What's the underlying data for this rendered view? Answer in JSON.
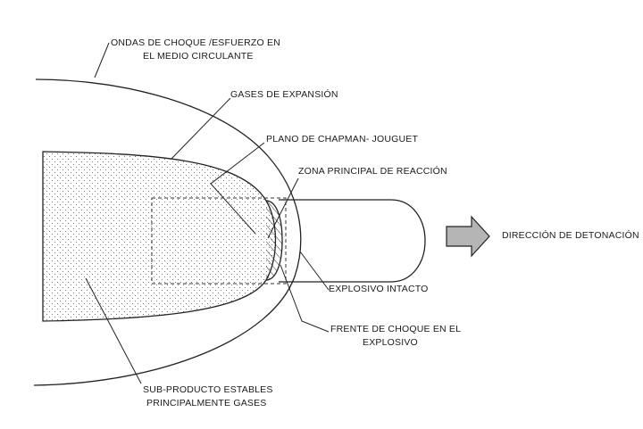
{
  "labels": {
    "shock_waves_line1": "ONDAS DE CHOQUE /ESFUERZO EN",
    "shock_waves_line2": "EL MEDIO CIRCULANTE",
    "expansion_gases": "GASES DE EXPANSIÓN",
    "chapman_jouguet_plane": "PLANO DE CHAPMAN- JOUGUET",
    "reaction_zone": "ZONA PRINCIPAL DE REACCIÓN",
    "detonation_direction": "DIRECCIÓN DE DETONACIÓN",
    "intact_explosive": "EXPLOSIVO INTACTO",
    "shock_front_line1": "FRENTE DE CHOQUE EN EL",
    "shock_front_line2": "EXPLOSIVO",
    "byproducts_line1": "SUB-PRODUCTO ESTABLES",
    "byproducts_line2": "PRINCIPALMENTE GASES"
  },
  "colors": {
    "line": "#222222",
    "stipple": "#5a5a5a",
    "arrow_fill": "#b5b5b5",
    "background": "#ffffff"
  }
}
